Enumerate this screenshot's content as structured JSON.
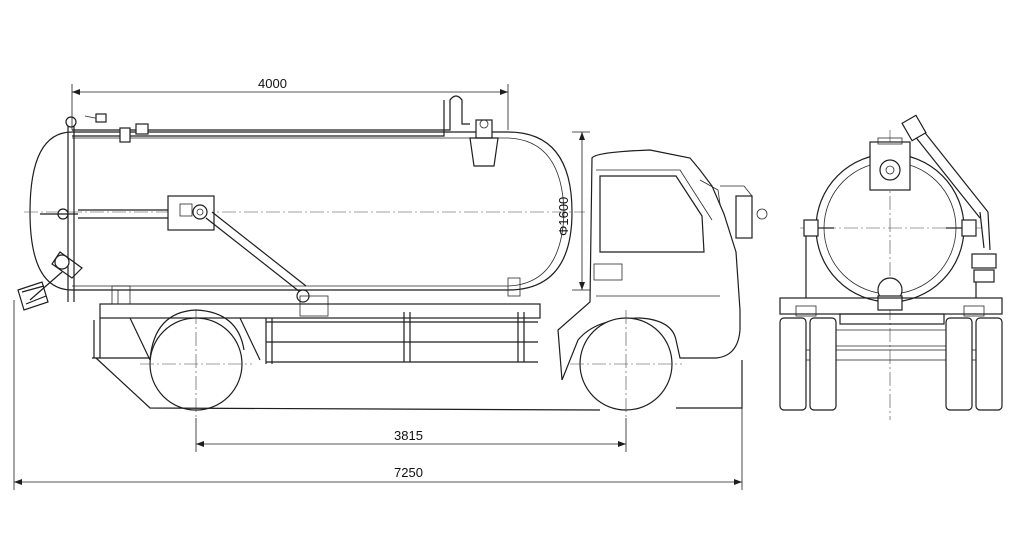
{
  "dimensions": {
    "tank_length": "4000",
    "tank_diameter": "Φ1600",
    "wheelbase": "3815",
    "overall_length": "7250"
  }
}
